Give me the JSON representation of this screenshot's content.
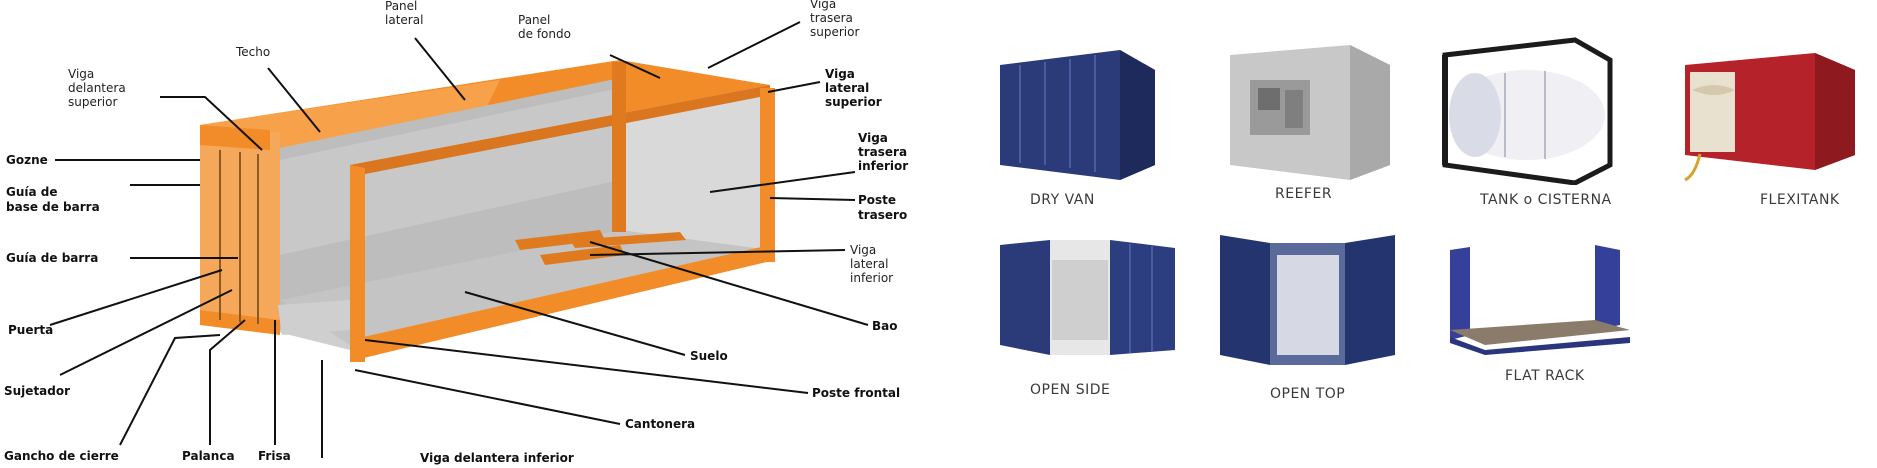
{
  "diagram": {
    "labels": {
      "techo": "Techo",
      "panel_lateral_1": "Panel",
      "panel_lateral_2": "lateral",
      "panel_fondo_1": "Panel",
      "panel_fondo_2": "de fondo",
      "viga_trasera_sup_1": "Viga",
      "viga_trasera_sup_2": "trasera",
      "viga_trasera_sup_3": "superior",
      "viga_del_sup_1": "Viga",
      "viga_del_sup_2": "delantera",
      "viga_del_sup_3": "superior",
      "viga_lat_sup_1": "Viga",
      "viga_lat_sup_2": "lateral",
      "viga_lat_sup_3": "superior",
      "gozne": "Gozne",
      "guia_base_1": "Guía de",
      "guia_base_2": "base de barra",
      "guia_barra": "Guía de barra",
      "puerta": "Puerta",
      "sujetador": "Sujetador",
      "gancho": "Gancho de cierre",
      "palanca": "Palanca",
      "frisa": "Frisa",
      "viga_del_inf": "Viga delantera inferior",
      "cantonera": "Cantonera",
      "poste_frontal": "Poste frontal",
      "suelo": "Suelo",
      "bao": "Bao",
      "viga_lat_inf_1": "Viga",
      "viga_lat_inf_2": "lateral",
      "viga_lat_inf_3": "inferior",
      "poste_trasero_1": "Poste",
      "poste_trasero_2": "trasero",
      "viga_trasera_inf_1": "Viga",
      "viga_trasera_inf_2": "trasera",
      "viga_trasera_inf_3": "inferior"
    },
    "colors": {
      "frame": "#F28C28",
      "frame_dark": "#C9641A",
      "panel": "#D7D7D7",
      "panel_dark": "#B5B5B5",
      "floor": "#C9C9C9"
    }
  },
  "types": [
    {
      "caption": "DRY VAN",
      "icon": "dry-van-container"
    },
    {
      "caption": "REEFER",
      "icon": "reefer-container"
    },
    {
      "caption": "TANK o CISTERNA",
      "icon": "tank-container"
    },
    {
      "caption": "FLEXITANK",
      "icon": "flexitank-container"
    },
    {
      "caption": "OPEN SIDE",
      "icon": "open-side-container"
    },
    {
      "caption": "OPEN TOP",
      "icon": "open-top-container"
    },
    {
      "caption": "FLAT RACK",
      "icon": "flat-rack-container"
    }
  ]
}
